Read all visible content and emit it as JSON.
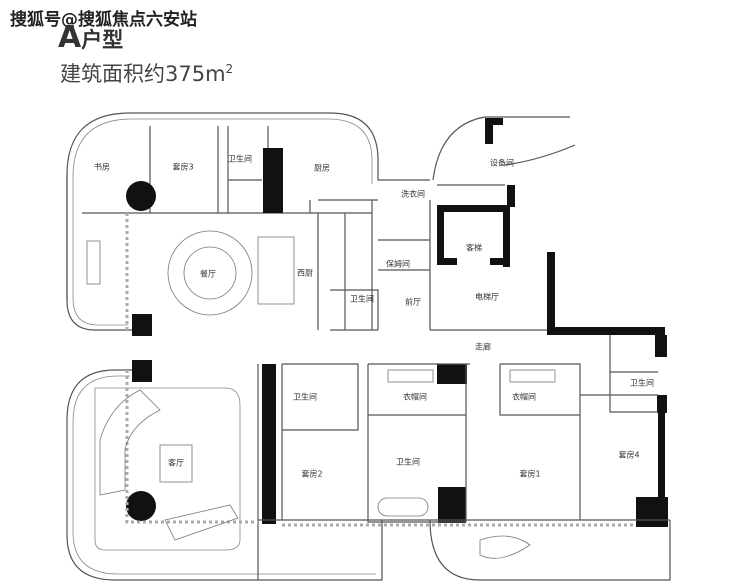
{
  "watermark": "搜狐号@搜狐焦点六安站",
  "title": {
    "letter": "A",
    "suffix": "户型"
  },
  "area": {
    "prefix": "建筑面积约375m",
    "sup": "2"
  },
  "rooms": {
    "study": "书房",
    "suite3": "套房3",
    "bath_suite3": "卫生间",
    "kitchen": "厨房",
    "laundry": "洗衣间",
    "equipment": "设备间",
    "elevator": "客梯",
    "nanny": "保姆间",
    "bath_nanny": "卫生间",
    "western_kitchen": "西厨",
    "dining": "餐厅",
    "foyer": "前厅",
    "elevator_hall": "电梯厅",
    "corridor": "走廊",
    "living": "客厅",
    "bath_suite2": "卫生间",
    "suite2": "套房2",
    "closet_1a": "衣帽间",
    "closet_1b": "衣帽间",
    "bath_suite1": "卫生间",
    "suite1": "套房1",
    "bath_suite4": "卫生间",
    "suite4": "套房4"
  }
}
